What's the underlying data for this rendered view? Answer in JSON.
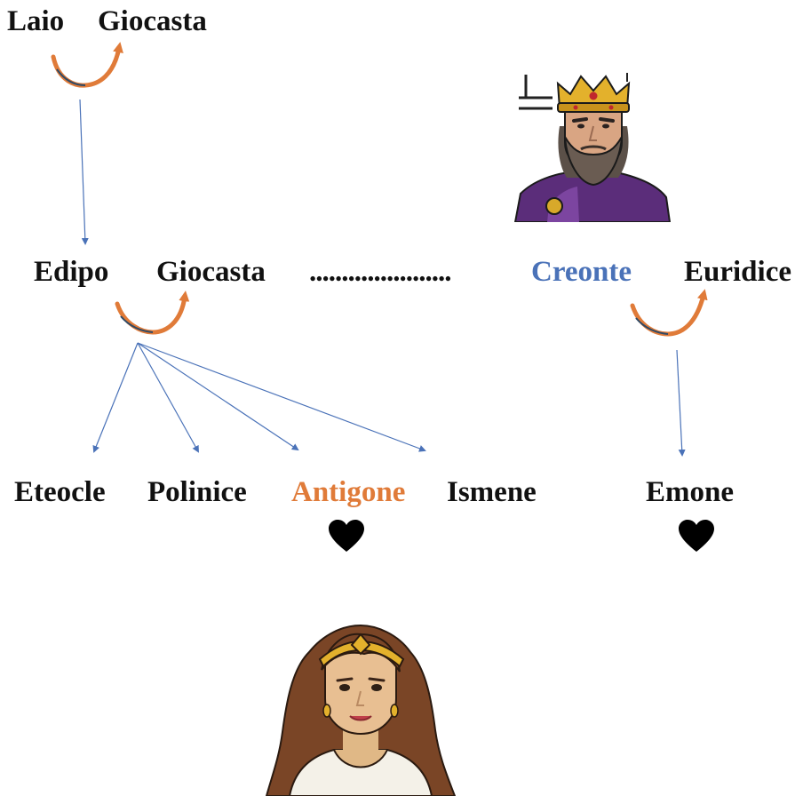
{
  "people": {
    "laio": "Laio",
    "giocasta_1": "Giocasta",
    "edipo": "Edipo",
    "giocasta_2": "Giocasta",
    "separator": "......................",
    "creonte": "Creonte",
    "euridice": "Euridice",
    "eteocle": "Eteocle",
    "polinice": "Polinice",
    "antigone": "Antigone",
    "ismene": "Ismene",
    "emone": "Emone"
  },
  "colors": {
    "text": "#111111",
    "creonte": "#4a72b8",
    "antigone": "#e07b39",
    "marriage_arc": "#e07b39",
    "arrow": "#4a72b8",
    "heart": "#000000"
  },
  "icons": [
    "marriage-arc-icon",
    "heart-icon",
    "king-portrait-icon",
    "princess-portrait-icon"
  ]
}
